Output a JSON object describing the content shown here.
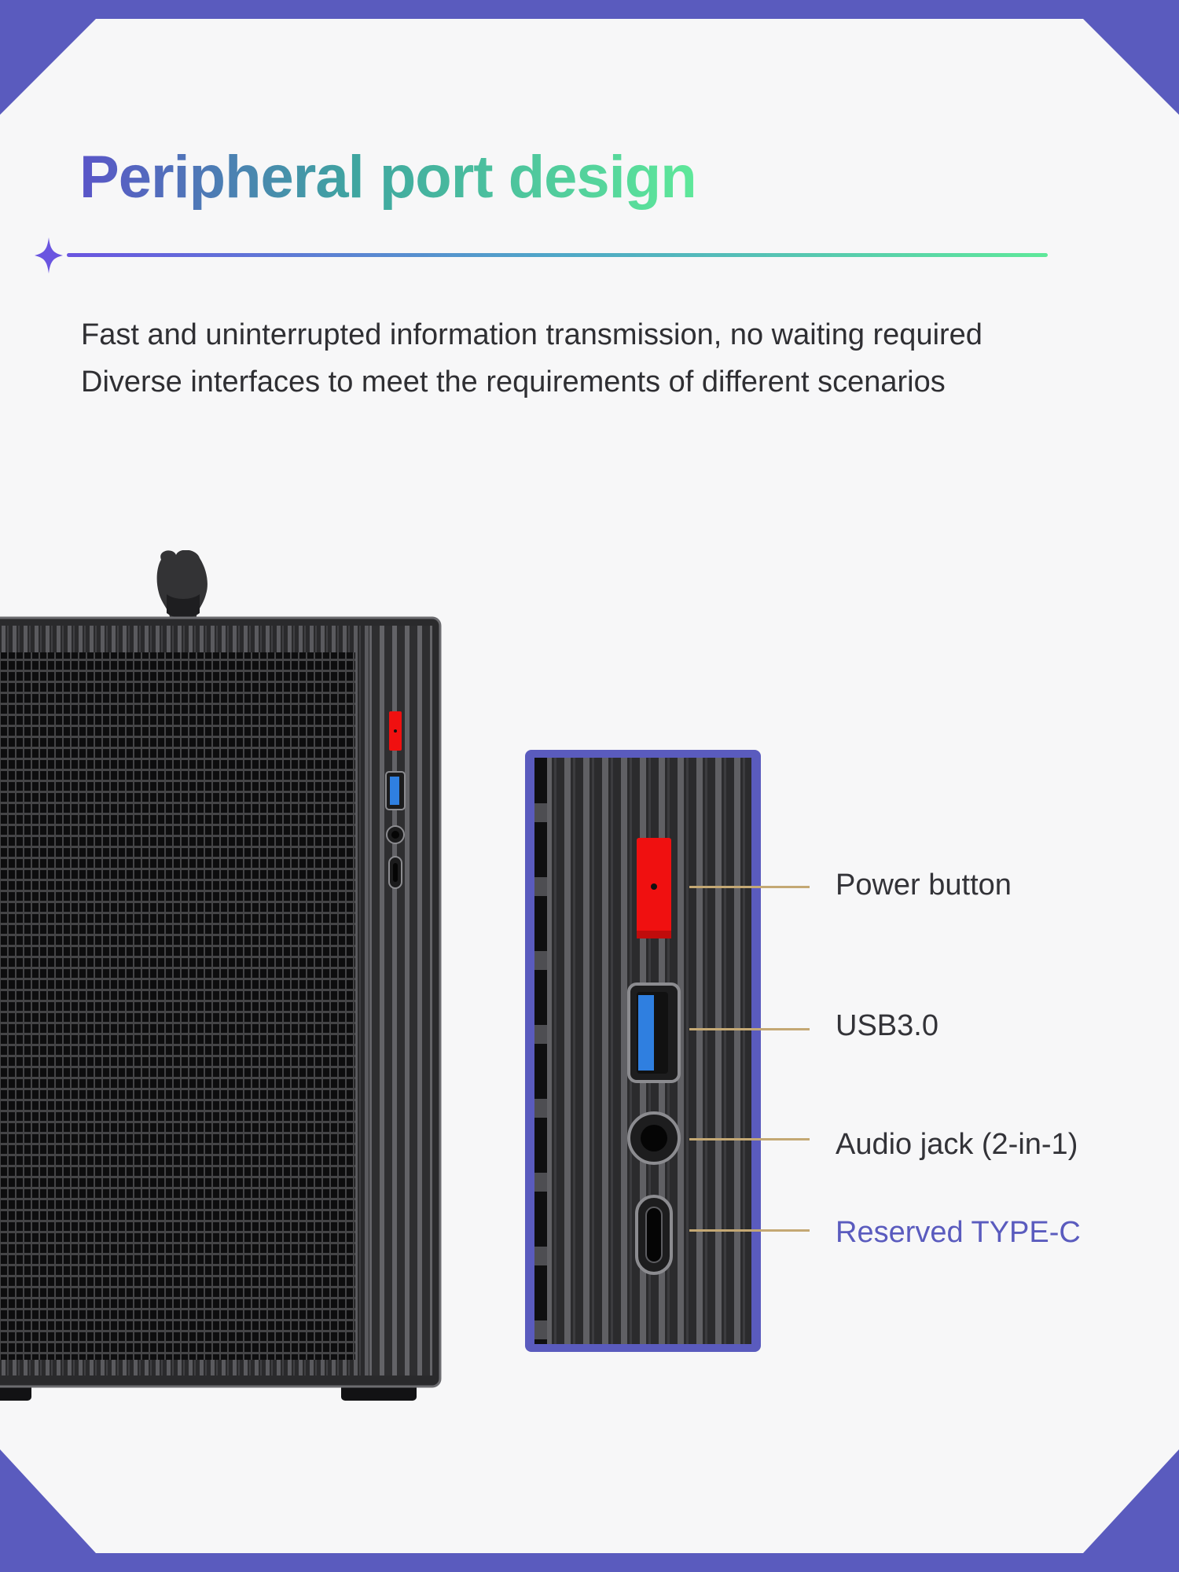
{
  "header": {
    "title_part1": "Peripheral",
    "title_part2": "port design",
    "subtitle_lines": [
      "Fast and uninterrupted information transmission, no waiting required",
      "Diverse interfaces to meet the requirements of different scenarios"
    ]
  },
  "ports": [
    {
      "label": "Power button"
    },
    {
      "label": "USB3.0"
    },
    {
      "label": "Audio jack (2-in-1)"
    },
    {
      "label": "Reserved TYPE-C"
    }
  ],
  "colors": {
    "frame": "#5a5bbe",
    "card": "#f7f7f8",
    "title_start": "#5a55c8",
    "title_end": "#5ee89a",
    "leader_line": "#c4a874",
    "power_red": "#f01010",
    "usb_blue": "#2f7fe0",
    "chassis": "#3a3a3c"
  },
  "icons": [
    "sparkle-icon",
    "power-button-icon",
    "usb-port-icon",
    "audio-jack-icon",
    "usb-c-port-icon"
  ]
}
